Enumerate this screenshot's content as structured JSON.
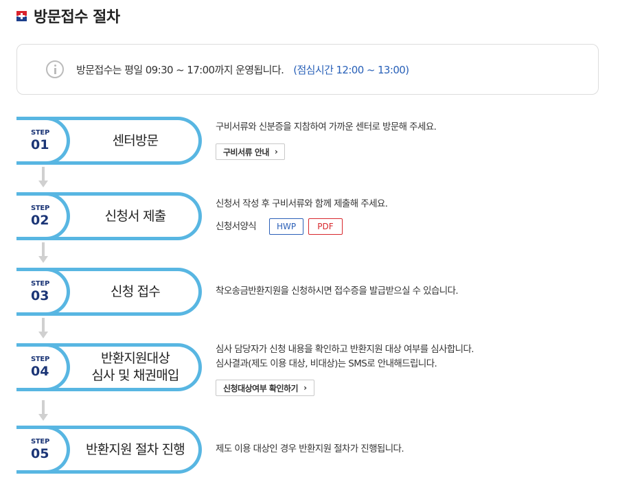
{
  "header": {
    "title": "방문접수 절차"
  },
  "notice": {
    "text": "방문접수는 평일 09:30 ~ 17:00까지 운영됩니다.",
    "sub": "(점심시간 12:00 ~ 13:00)"
  },
  "steps": [
    {
      "label": "STEP",
      "num": "01",
      "title": "센터방문",
      "desc": [
        "구비서류와 신분증을 지참하여 가까운 센터로 방문해 주세요."
      ],
      "button": "구비서류 안내"
    },
    {
      "label": "STEP",
      "num": "02",
      "title": "신청서 제출",
      "desc": [
        "신청서 작성 후 구비서류와 함께 제출해 주세요."
      ],
      "form_label": "신청서양식",
      "hwp": "HWP",
      "pdf": "PDF"
    },
    {
      "label": "STEP",
      "num": "03",
      "title": "신청 접수",
      "desc": [
        "착오송금반환지원을 신청하시면 접수증을 발급받으실 수 있습니다."
      ]
    },
    {
      "label": "STEP",
      "num": "04",
      "title_line1": "반환지원대상",
      "title_line2": "심사 및 채권매입",
      "desc": [
        "심사 담당자가 신청 내용을 확인하고 반환지원 대상 여부를 심사합니다.",
        "심사결과(제도 이용 대상, 비대상)는 SMS로 안내해드립니다."
      ],
      "button": "신청대상여부 확인하기"
    },
    {
      "label": "STEP",
      "num": "05",
      "title": "반환지원 절차 진행",
      "desc": [
        "제도 이용 대상인 경우 반환지원 절차가 진행됩니다."
      ]
    }
  ],
  "colors": {
    "accent": "#58b6e2",
    "navy": "#1b3576",
    "link_blue": "#2860b8",
    "pdf_red": "#d7262b"
  },
  "icons": {
    "notice": "info-icon",
    "button": "chevron-right-icon",
    "flow": "arrow-down-icon"
  }
}
